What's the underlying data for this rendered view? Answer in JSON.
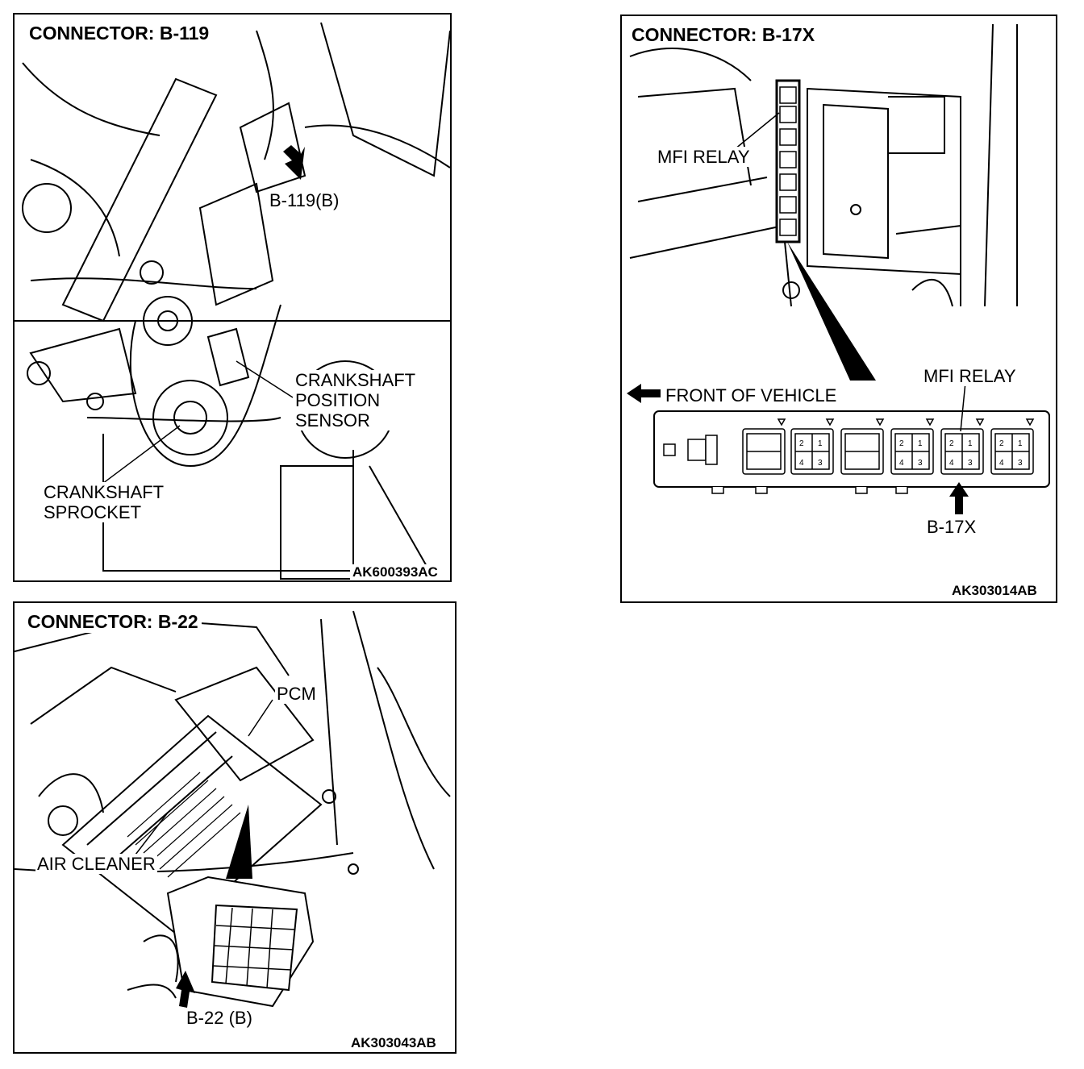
{
  "panels": {
    "b119": {
      "title": "CONNECTOR: B-119",
      "callout": "B-119(B)",
      "sensor_label": [
        "CRANKSHAFT",
        "POSITION",
        "SENSOR"
      ],
      "sprocket_label": [
        "CRANKSHAFT",
        "SPROCKET"
      ],
      "code": "AK600393AC"
    },
    "b17x": {
      "title": "CONNECTOR: B-17X",
      "relay_label_top": "MFI RELAY",
      "front_label": "FRONT OF VEHICLE",
      "relay_label_bottom": "MFI RELAY",
      "callout": "B-17X",
      "pins": [
        "2",
        "1",
        "4",
        "3"
      ],
      "code": "AK303014AB"
    },
    "b22": {
      "title": "CONNECTOR: B-22",
      "pcm_label": "PCM",
      "air_cleaner_label": "AIR CLEANER",
      "callout": "B-22 (B)",
      "code": "AK303043AB"
    }
  },
  "colors": {
    "line": "#000000",
    "background": "#ffffff"
  }
}
